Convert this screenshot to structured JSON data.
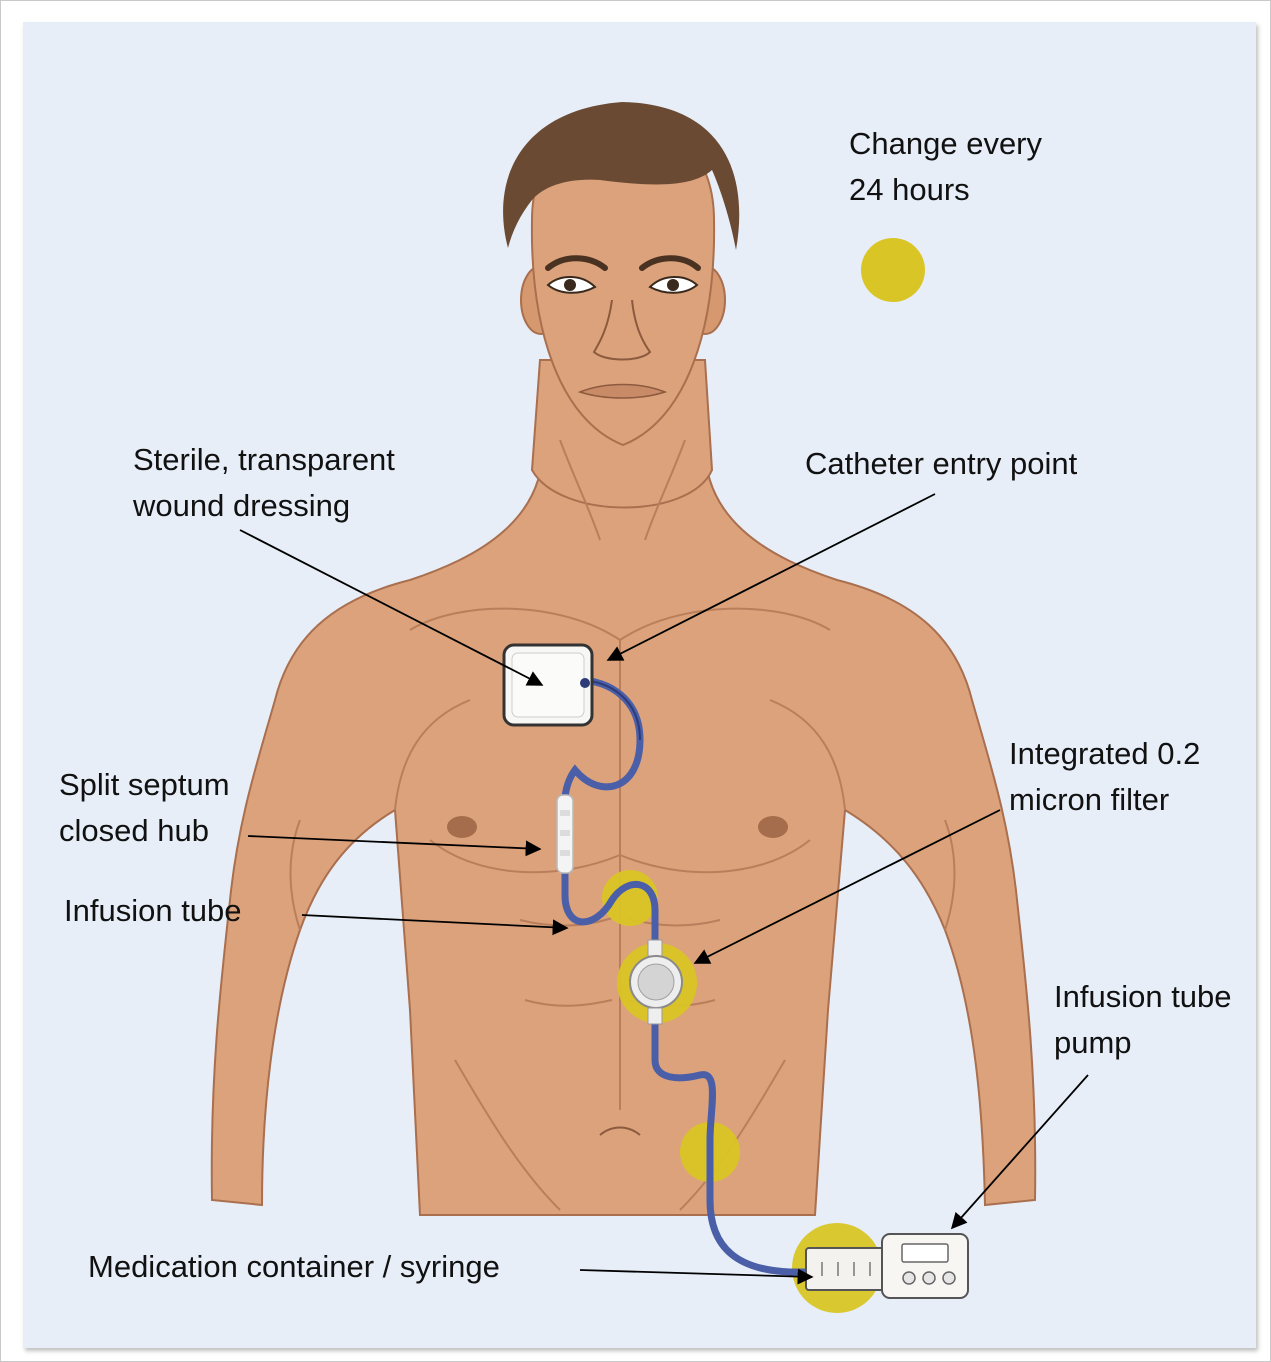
{
  "legend": {
    "line1": "Change every",
    "line2": "24 hours",
    "marker_color": "#d9c525"
  },
  "labels": {
    "dressing": {
      "line1": "Sterile, transparent",
      "line2": "wound dressing"
    },
    "entry": {
      "line1": "Catheter entry point"
    },
    "hub": {
      "line1": "Split septum",
      "line2": "closed hub"
    },
    "filter": {
      "line1": "Integrated 0.2",
      "line2": "micron filter"
    },
    "tube": {
      "line1": "Infusion tube"
    },
    "pump": {
      "line1": "Infusion tube",
      "line2": "pump"
    },
    "syringe": {
      "line1": "Medication container / syringe"
    }
  },
  "colors": {
    "skin": "#dca27b",
    "skin_shadow": "#b97f5c",
    "hair": "#6b4a33",
    "tube": "#4a5fa8",
    "background": "#e7eef8"
  }
}
